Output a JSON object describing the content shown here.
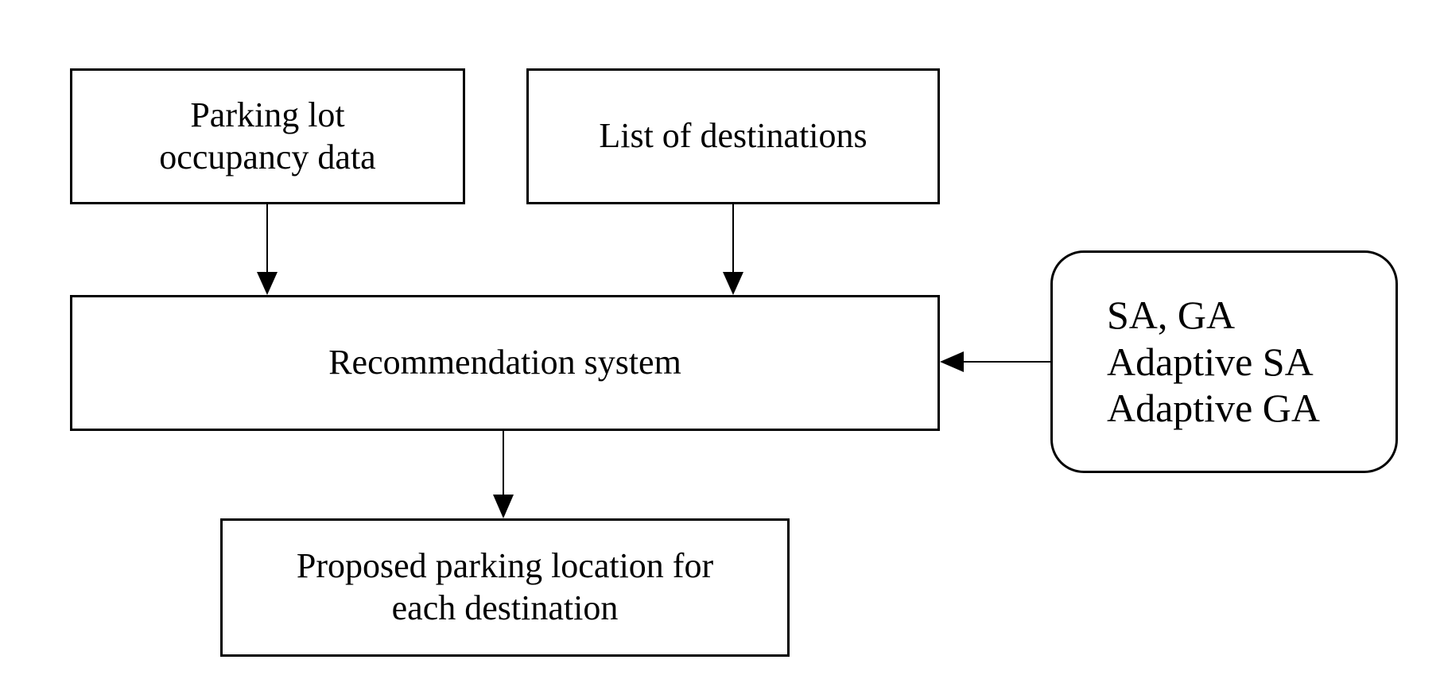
{
  "diagram": {
    "nodes": {
      "parking_lot_data": {
        "label": "Parking lot\noccupancy data"
      },
      "destinations": {
        "label": "List of destinations"
      },
      "recommendation": {
        "label": "Recommendation system"
      },
      "algorithms": {
        "label": "SA, GA\nAdaptive SA\nAdaptive GA"
      },
      "proposed_location": {
        "label": "Proposed parking location for\neach destination"
      }
    },
    "edges": [
      {
        "from": "parking_lot_data",
        "to": "recommendation"
      },
      {
        "from": "destinations",
        "to": "recommendation"
      },
      {
        "from": "algorithms",
        "to": "recommendation"
      },
      {
        "from": "recommendation",
        "to": "proposed_location"
      }
    ],
    "colors": {
      "stroke": "#000000",
      "background": "#ffffff"
    }
  }
}
